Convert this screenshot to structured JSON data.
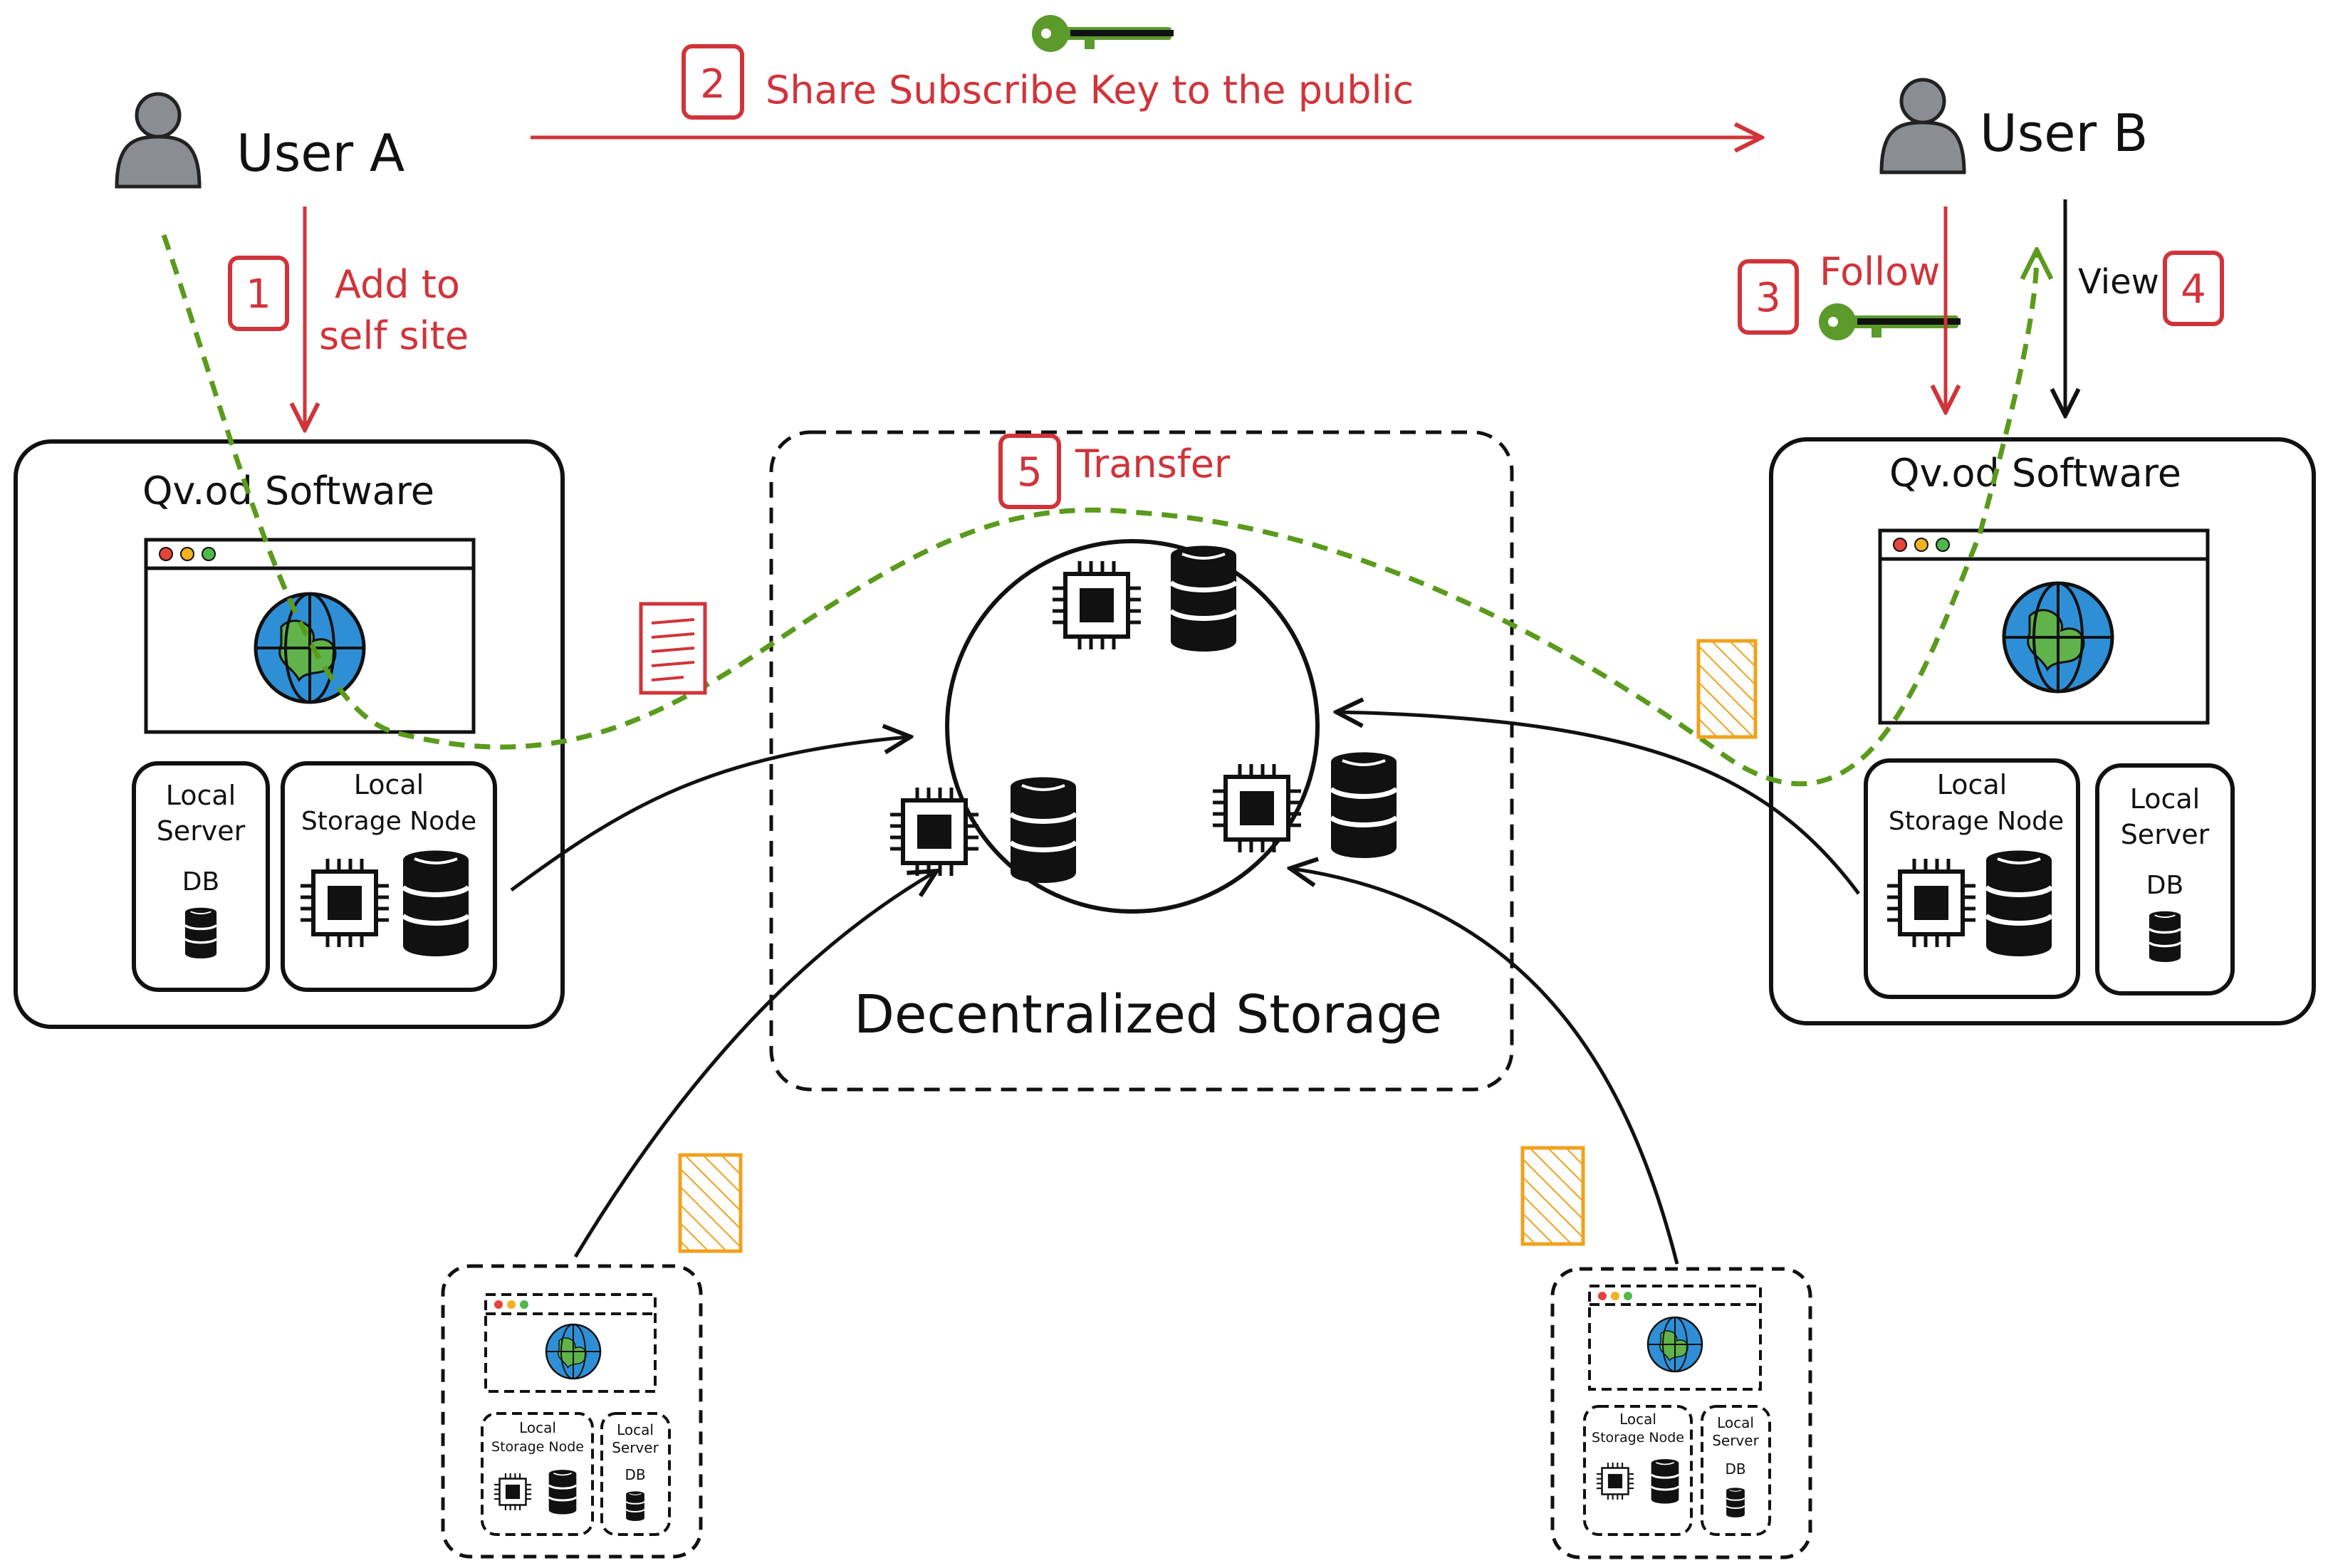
{
  "colors": {
    "ink": "#111111",
    "accent_red": "#d0343a",
    "key_green": "#5b9a2b",
    "path_green": "#5a9a1c",
    "globe_blue": "#2f8fd6",
    "note_orange": "#f0a11c",
    "user_gray": "#8a8d91"
  },
  "users": {
    "a": {
      "label": "User A",
      "icon": "person-icon"
    },
    "b": {
      "label": "User B",
      "icon": "person-icon"
    }
  },
  "steps": {
    "s1": {
      "num": "1",
      "text_line1": "Add to",
      "text_line2": "self site"
    },
    "s2": {
      "num": "2",
      "text": "Share Subscribe Key to the public",
      "icon": "key-icon"
    },
    "s3": {
      "num": "3",
      "text": "Follow",
      "icon": "key-icon"
    },
    "s4": {
      "num": "4",
      "text": "View"
    },
    "s5": {
      "num": "5",
      "text": "Transfer"
    }
  },
  "software_a": {
    "title": "Qv.od Software",
    "local_server_line1": "Local",
    "local_server_line2": "Server",
    "db_label": "DB",
    "storage_line1": "Local",
    "storage_line2": "Storage Node"
  },
  "software_b": {
    "title": "Qv.od Software",
    "local_server_line1": "Local",
    "local_server_line2": "Server",
    "db_label": "DB",
    "storage_line1": "Local",
    "storage_line2": "Storage Node"
  },
  "storage": {
    "label": "Decentralized Storage"
  },
  "peer_left": {
    "storage_line1": "Local",
    "storage_line2": "Storage Node",
    "server_line1": "Local",
    "server_line2": "Server",
    "db_label": "DB"
  },
  "peer_right": {
    "storage_line1": "Local",
    "storage_line2": "Storage Node",
    "server_line1": "Local",
    "server_line2": "Server",
    "db_label": "DB"
  }
}
